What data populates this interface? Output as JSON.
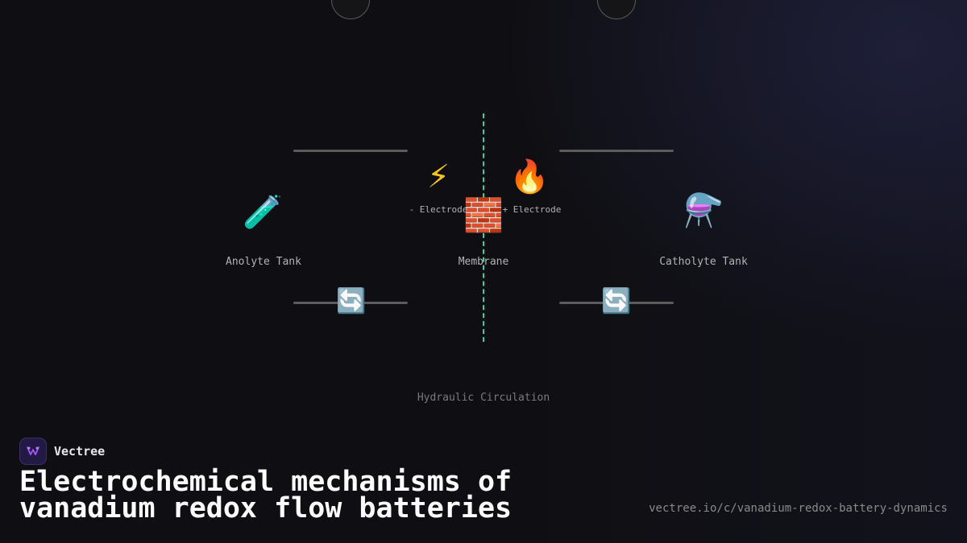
{
  "diagram": {
    "components": {
      "anolyte_tank": {
        "label": "Anolyte Tank",
        "icon": "test-tube-icon",
        "glyph": "🧪"
      },
      "catholyte_tank": {
        "label": "Catholyte Tank",
        "icon": "flask-icon",
        "glyph": "⚗️"
      },
      "membrane": {
        "label": "Membrane",
        "icon": "brick-wall-icon",
        "glyph": "🧱"
      },
      "negative_electrode": {
        "label": "- Electrode",
        "icon": "lightning-icon",
        "glyph": "⚡"
      },
      "positive_electrode": {
        "label": "+ Electrode",
        "icon": "fire-icon",
        "glyph": "🔥"
      },
      "pump_left": {
        "icon": "cycle-arrows-icon",
        "glyph": "🔄"
      },
      "pump_right": {
        "icon": "cycle-arrows-icon",
        "glyph": "🔄"
      }
    },
    "caption": "Hydraulic Circulation",
    "colors": {
      "membrane_line": "#2ed39a",
      "pipe": "#5c5c5c",
      "background": "#0f0f13"
    }
  },
  "brand": {
    "name": "Vectree",
    "logo_icon": "vectree-logo-icon"
  },
  "title": "Electrochemical mechanisms of vanadium redox flow batteries",
  "url": "vectree.io/c/vanadium-redox-battery-dynamics"
}
